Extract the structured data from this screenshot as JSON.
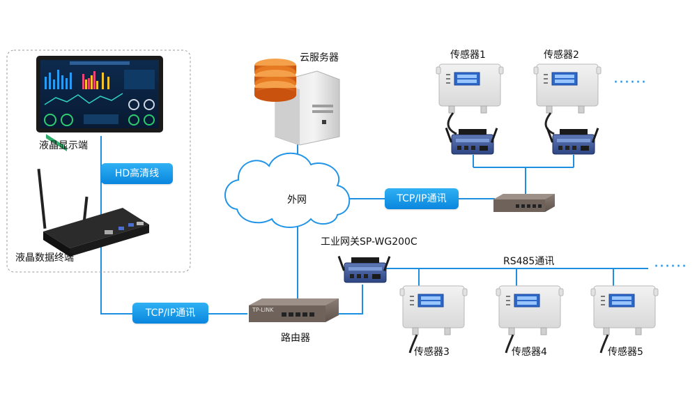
{
  "labels": {
    "lcd_display": "液晶显示端",
    "lcd_terminal": "液晶数据终端",
    "cloud_server": "云服务器",
    "internet": "外网",
    "router": "路由器",
    "gateway": "工业网关SP-WG200C",
    "rs485": "RS485通讯",
    "sensor1": "传感器1",
    "sensor2": "传感器2",
    "sensor3": "传感器3",
    "sensor4": "传感器4",
    "sensor5": "传感器5",
    "ellipsis": "······"
  },
  "badges": {
    "hd_cable": "HD高清线",
    "tcp_left": "TCP/IP通讯",
    "tcp_right": "TCP/IP通讯"
  },
  "router_brand": "TP-LINK",
  "colors": {
    "line": "#1e8fe0",
    "badge": "#1090e6",
    "dots": "#1c8fe6",
    "dashed_border": "#9a9a9a"
  }
}
